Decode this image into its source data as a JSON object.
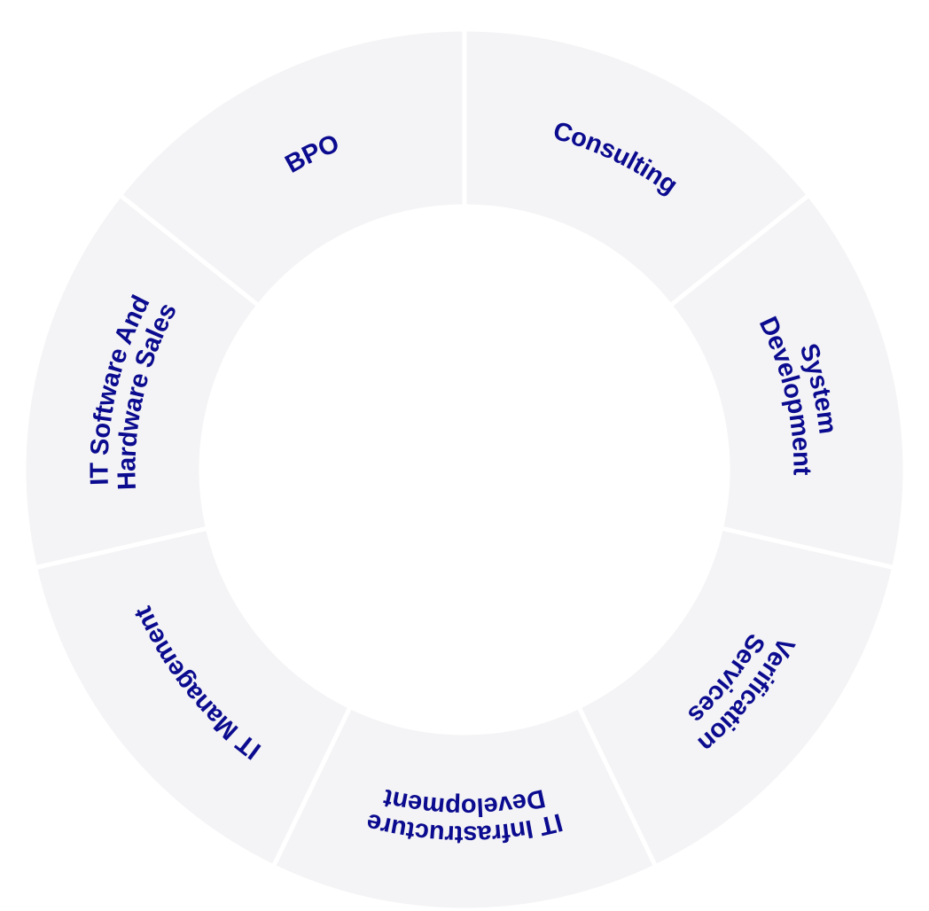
{
  "segments": [
    {
      "label_lines": [
        "Consulting"
      ]
    },
    {
      "label_lines": [
        "System",
        "Development"
      ]
    },
    {
      "label_lines": [
        "Verification",
        "Services"
      ]
    },
    {
      "label_lines": [
        "IT Infrastructure",
        "Development"
      ]
    },
    {
      "label_lines": [
        "IT Management"
      ]
    },
    {
      "label_lines": [
        "IT Software And",
        "Hardware Sales"
      ]
    },
    {
      "label_lines": [
        "BPO"
      ]
    }
  ],
  "colors": {
    "segment_fill": "#f4f4f6",
    "segment_border": "#ffffff",
    "label_text": "#0b0b8f"
  }
}
